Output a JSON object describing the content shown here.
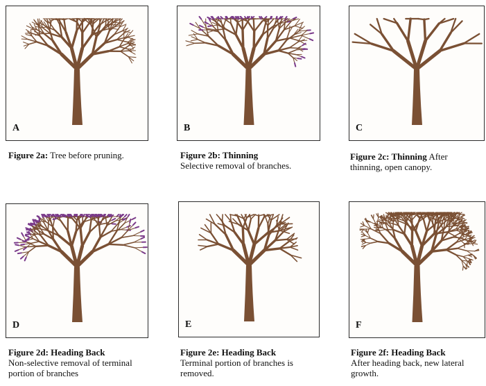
{
  "panels": [
    {
      "letter": "A",
      "caption_bold": "Figure 2a:",
      "caption_rest": " Tree before pruning.",
      "variant": "full",
      "marks": "none"
    },
    {
      "letter": "B",
      "caption_bold": "Figure 2b: Thinning",
      "caption_rest": "Selective removal of branches.",
      "variant": "full",
      "marks": "thin"
    },
    {
      "letter": "C",
      "caption_bold": "Figure 2c: Thinning",
      "caption_rest": " After thinning, open canopy.",
      "variant": "open",
      "marks": "none"
    },
    {
      "letter": "D",
      "caption_bold": "Figure 2d: Heading Back",
      "caption_rest": "Non-selective removal of terminal portion of branches",
      "variant": "full",
      "marks": "tips"
    },
    {
      "letter": "E",
      "caption_bold": "Figure 2e: Heading Back",
      "caption_rest": "Terminal portion of branches is removed.",
      "variant": "headed",
      "marks": "none"
    },
    {
      "letter": "F",
      "caption_bold": "Figure 2f: Heading Back",
      "caption_rest": "After heading back, new lateral growth.",
      "variant": "bushy",
      "marks": "none"
    }
  ],
  "colors": {
    "trunk": "#7a5034",
    "mark": "#7a3a8a"
  }
}
